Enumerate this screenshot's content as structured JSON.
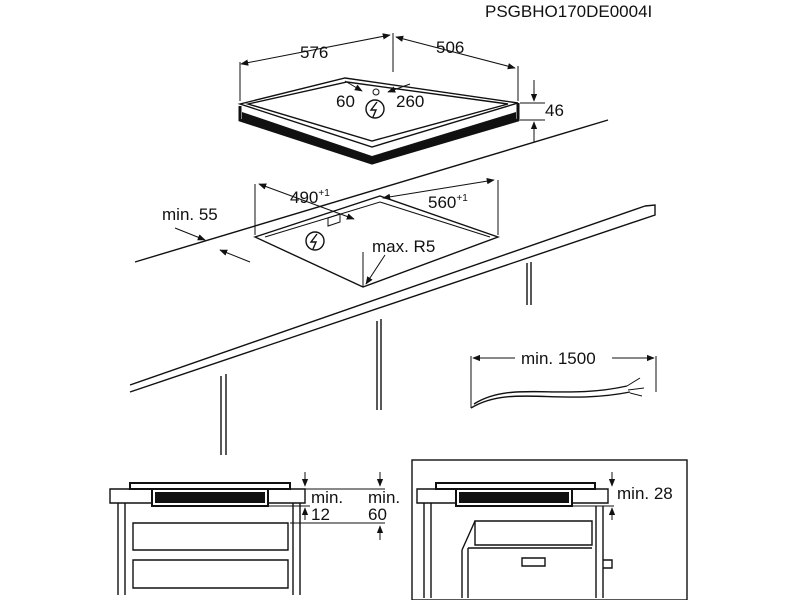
{
  "document_code": "PSGBHO170DE0004I",
  "hob": {
    "width": "576",
    "depth": "506",
    "height": "46",
    "cable_offset_x": "60",
    "cable_offset_y": "260"
  },
  "cutout": {
    "width": "490",
    "depth": "560",
    "tolerance": "+1",
    "edge_distance": "min. 55",
    "corner_radius": "max. R5"
  },
  "cable": {
    "length": "min. 1500"
  },
  "section_drawer": {
    "clearance_1": "min.",
    "clearance_1_value": "12",
    "clearance_2": "min.",
    "clearance_2_value": "60"
  },
  "section_oven": {
    "clearance": "min. 28"
  },
  "icons": [
    "electric-connection-icon"
  ]
}
